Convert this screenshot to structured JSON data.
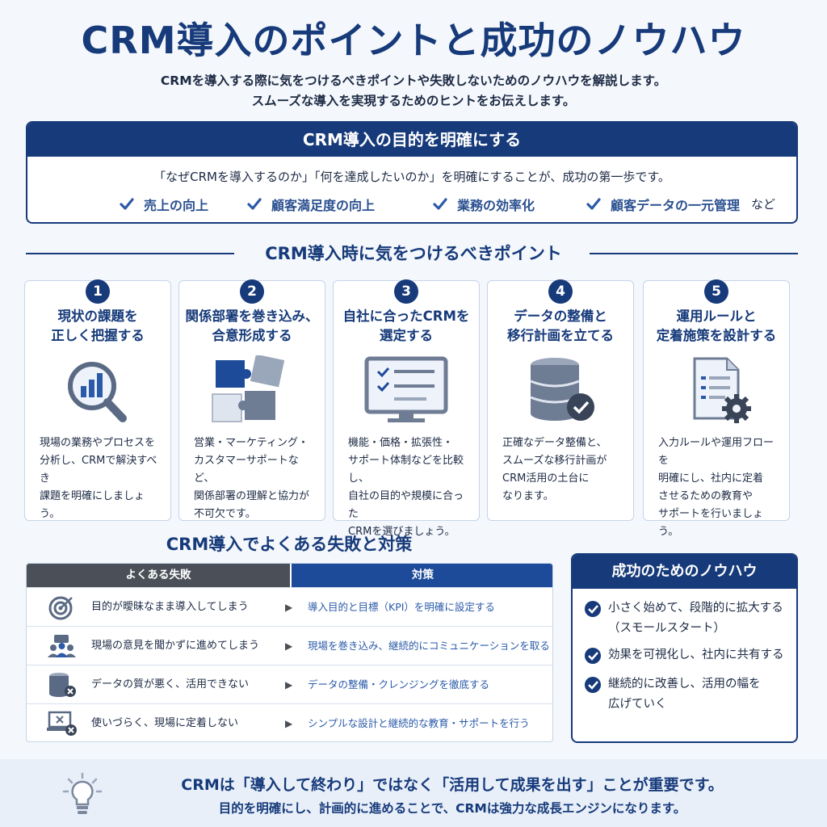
{
  "header": {
    "title": "CRM導入のポイントと成功のノウハウ",
    "subtitle_line1": "CRMを導入する際に気をつけるべきポイントや失敗しないためのノウハウを解説します。",
    "subtitle_line2": "スムーズな導入を実現するためのヒントをお伝えします。"
  },
  "purpose": {
    "heading": "CRM導入の目的を明確にする",
    "lead": "「なぜCRMを導入するのか」「何を達成したいのか」を明確にすることが、成功の第一歩です。",
    "goals": [
      "売上の向上",
      "顧客満足度の向上",
      "業務の効率化",
      "顧客データの一元管理"
    ],
    "etc": "など"
  },
  "points": {
    "heading": "CRM導入時に気をつけるべきポイント",
    "cards": [
      {
        "num": "1",
        "title1": "現状の課題を",
        "title2": "正しく把握する",
        "icon": "magnifier-chart-icon",
        "desc": [
          "現場の業務やプロセスを",
          "分析し、CRMで解決すべき",
          "課題を明確にしましょう。"
        ]
      },
      {
        "num": "2",
        "title1": "関係部署を巻き込み、",
        "title2": "合意形成する",
        "icon": "puzzle-icon",
        "desc": [
          "営業・マーケティング・",
          "カスタマーサポートなど、",
          "関係部署の理解と協力が",
          "不可欠です。"
        ]
      },
      {
        "num": "3",
        "title1": "自社に合ったCRMを",
        "title2": "選定する",
        "icon": "monitor-checklist-icon",
        "desc": [
          "機能・価格・拡張性・",
          "サポート体制などを比較し、",
          "自社の目的や規模に合った",
          "CRMを選びましょう。"
        ]
      },
      {
        "num": "4",
        "title1": "データの整備と",
        "title2": "移行計画を立てる",
        "icon": "database-check-icon",
        "desc": [
          "正確なデータ整備と、",
          "スムーズな移行計画が",
          "CRM活用の土台に",
          "なります。"
        ]
      },
      {
        "num": "5",
        "title1": "運用ルールと",
        "title2": "定着施策を設計する",
        "icon": "document-gear-icon",
        "desc": [
          "入力ルールや運用フローを",
          "明確にし、社内に定着",
          "させるための教育や",
          "サポートを行いましょう。"
        ]
      }
    ]
  },
  "failures": {
    "heading": "CRM導入でよくある失敗と対策",
    "col_problem": "よくある失敗",
    "col_solution": "対策",
    "rows": [
      {
        "icon": "target-icon",
        "problem": "目的が曖昧なまま導入してしまう",
        "solution": "導入目的と目標（KPI）を明確に設定する"
      },
      {
        "icon": "people-icon",
        "problem": "現場の意見を聞かずに進めてしまう",
        "solution": "現場を巻き込み、継続的にコミュニケーションを取る"
      },
      {
        "icon": "database-error-icon",
        "problem": "データの質が悪く、活用できない",
        "solution": "データの整備・クレンジングを徹底する"
      },
      {
        "icon": "laptop-error-icon",
        "problem": "使いづらく、現場に定着しない",
        "solution": "シンプルな設計と継続的な教育・サポートを行う"
      }
    ]
  },
  "knowhow": {
    "heading": "成功のためのノウハウ",
    "items": [
      {
        "line1": "小さく始めて、段階的に拡大する",
        "line2": "（スモールスタート）"
      },
      {
        "line1": "効果を可視化し、社内に共有する",
        "line2": ""
      },
      {
        "line1": "継続的に改善し、活用の幅を",
        "line2": "広げていく"
      }
    ]
  },
  "footer": {
    "line1": "CRMは「導入して終わり」ではなく「活用して成果を出す」ことが重要です。",
    "line2": "目的を明確にし、計画的に進めることで、CRMは強力な成長エンジンになります。"
  },
  "colors": {
    "navy": "#163a7a",
    "accent_blue": "#2a5aa8",
    "gray_header": "#4a4f58",
    "background": "#f4f7fb"
  }
}
